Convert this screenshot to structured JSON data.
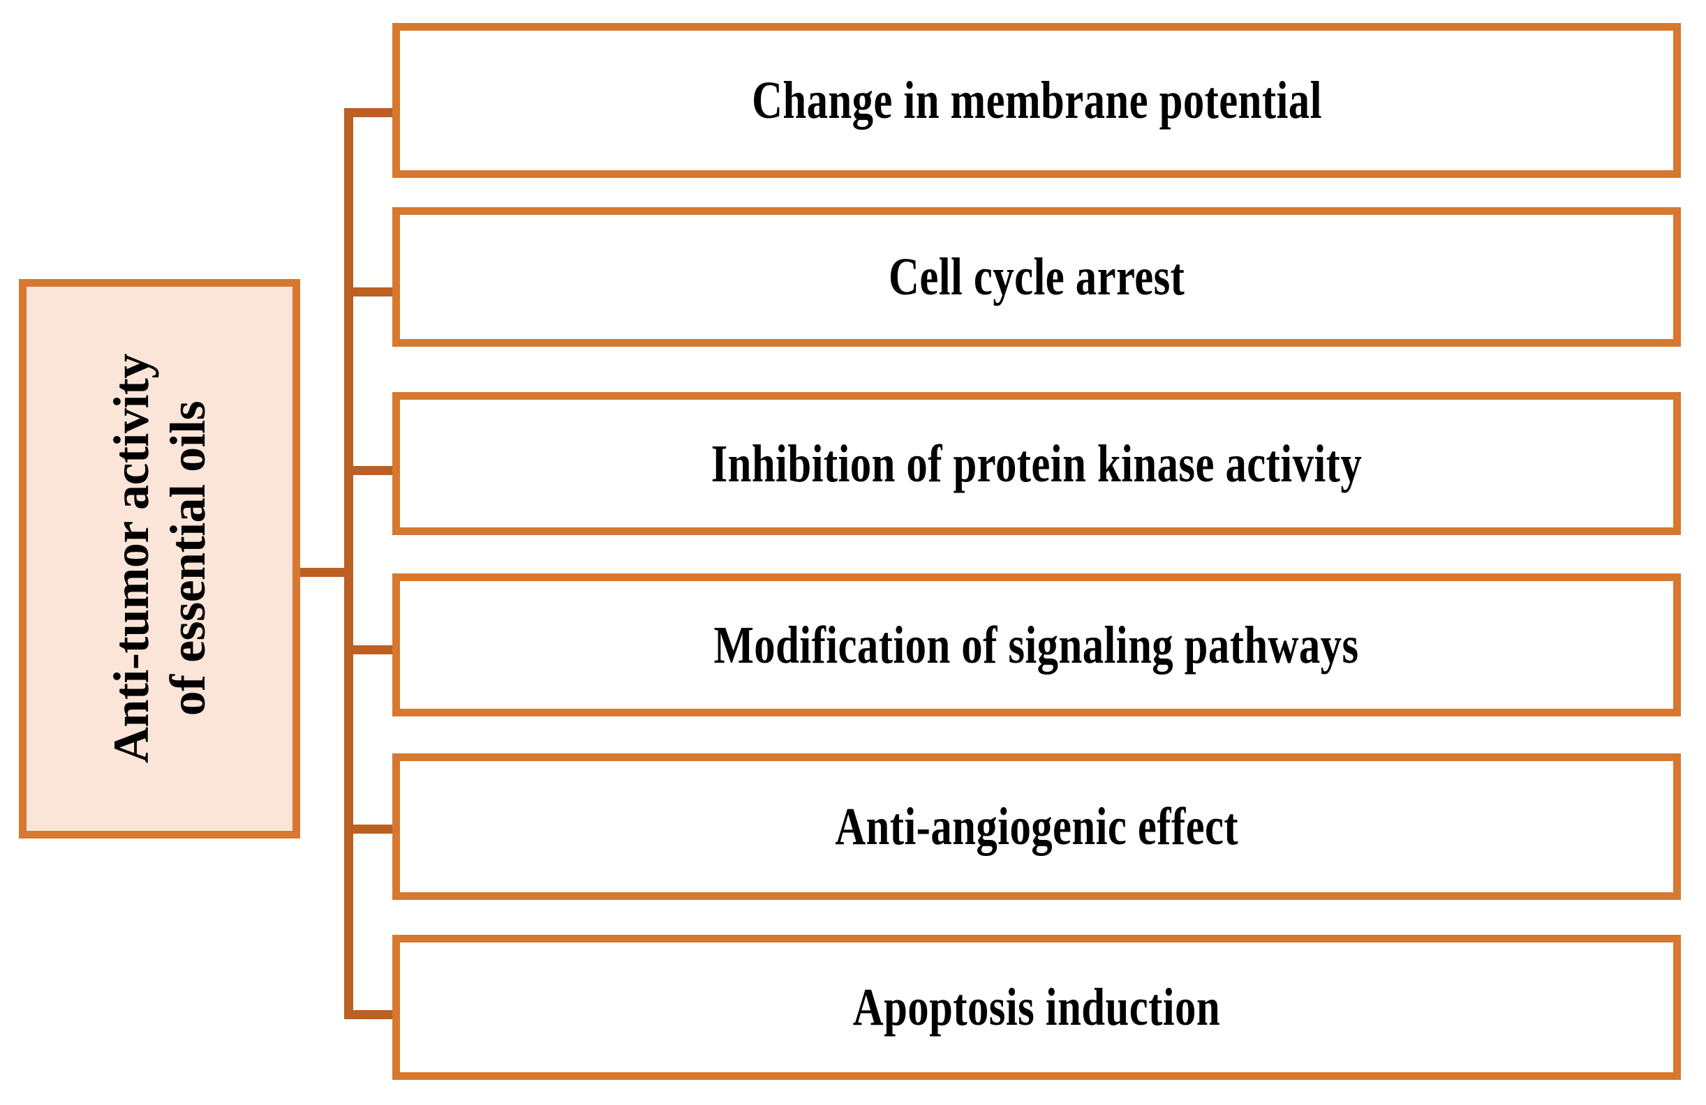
{
  "diagram": {
    "type": "tree-hierarchy",
    "orientation": "left-root-right-leaves",
    "root": {
      "label_lines": [
        "Anti-tumor activity",
        "of essential oils"
      ],
      "full_label": "Anti-tumor activity of essential oils",
      "text_orientation": "vertical-rotated-90-ccw",
      "fill_color": "#FAE5D8",
      "border_color": "#D77830"
    },
    "connector": {
      "line_color": "#BB5F22",
      "branch_count": 6
    },
    "branches": [
      {
        "id": "membrane-potential",
        "label": "Change in membrane potential",
        "fill_color": "#FFFFFF",
        "border_color": "#D77830"
      },
      {
        "id": "cell-cycle-arrest",
        "label": "Cell cycle arrest",
        "fill_color": "#FFFFFF",
        "border_color": "#D77830"
      },
      {
        "id": "protein-kinase-inhibition",
        "label": "Inhibition of protein kinase activity",
        "fill_color": "#FFFFFF",
        "border_color": "#D77830"
      },
      {
        "id": "signaling-pathways",
        "label": "Modification of signaling pathways",
        "fill_color": "#FFFFFF",
        "border_color": "#D77830"
      },
      {
        "id": "anti-angiogenic",
        "label": "Anti-angiogenic effect",
        "fill_color": "#FFFFFF",
        "border_color": "#D77830"
      },
      {
        "id": "apoptosis-induction",
        "label": "Apoptosis induction",
        "fill_color": "#FFFFFF",
        "border_color": "#D77830"
      }
    ]
  }
}
